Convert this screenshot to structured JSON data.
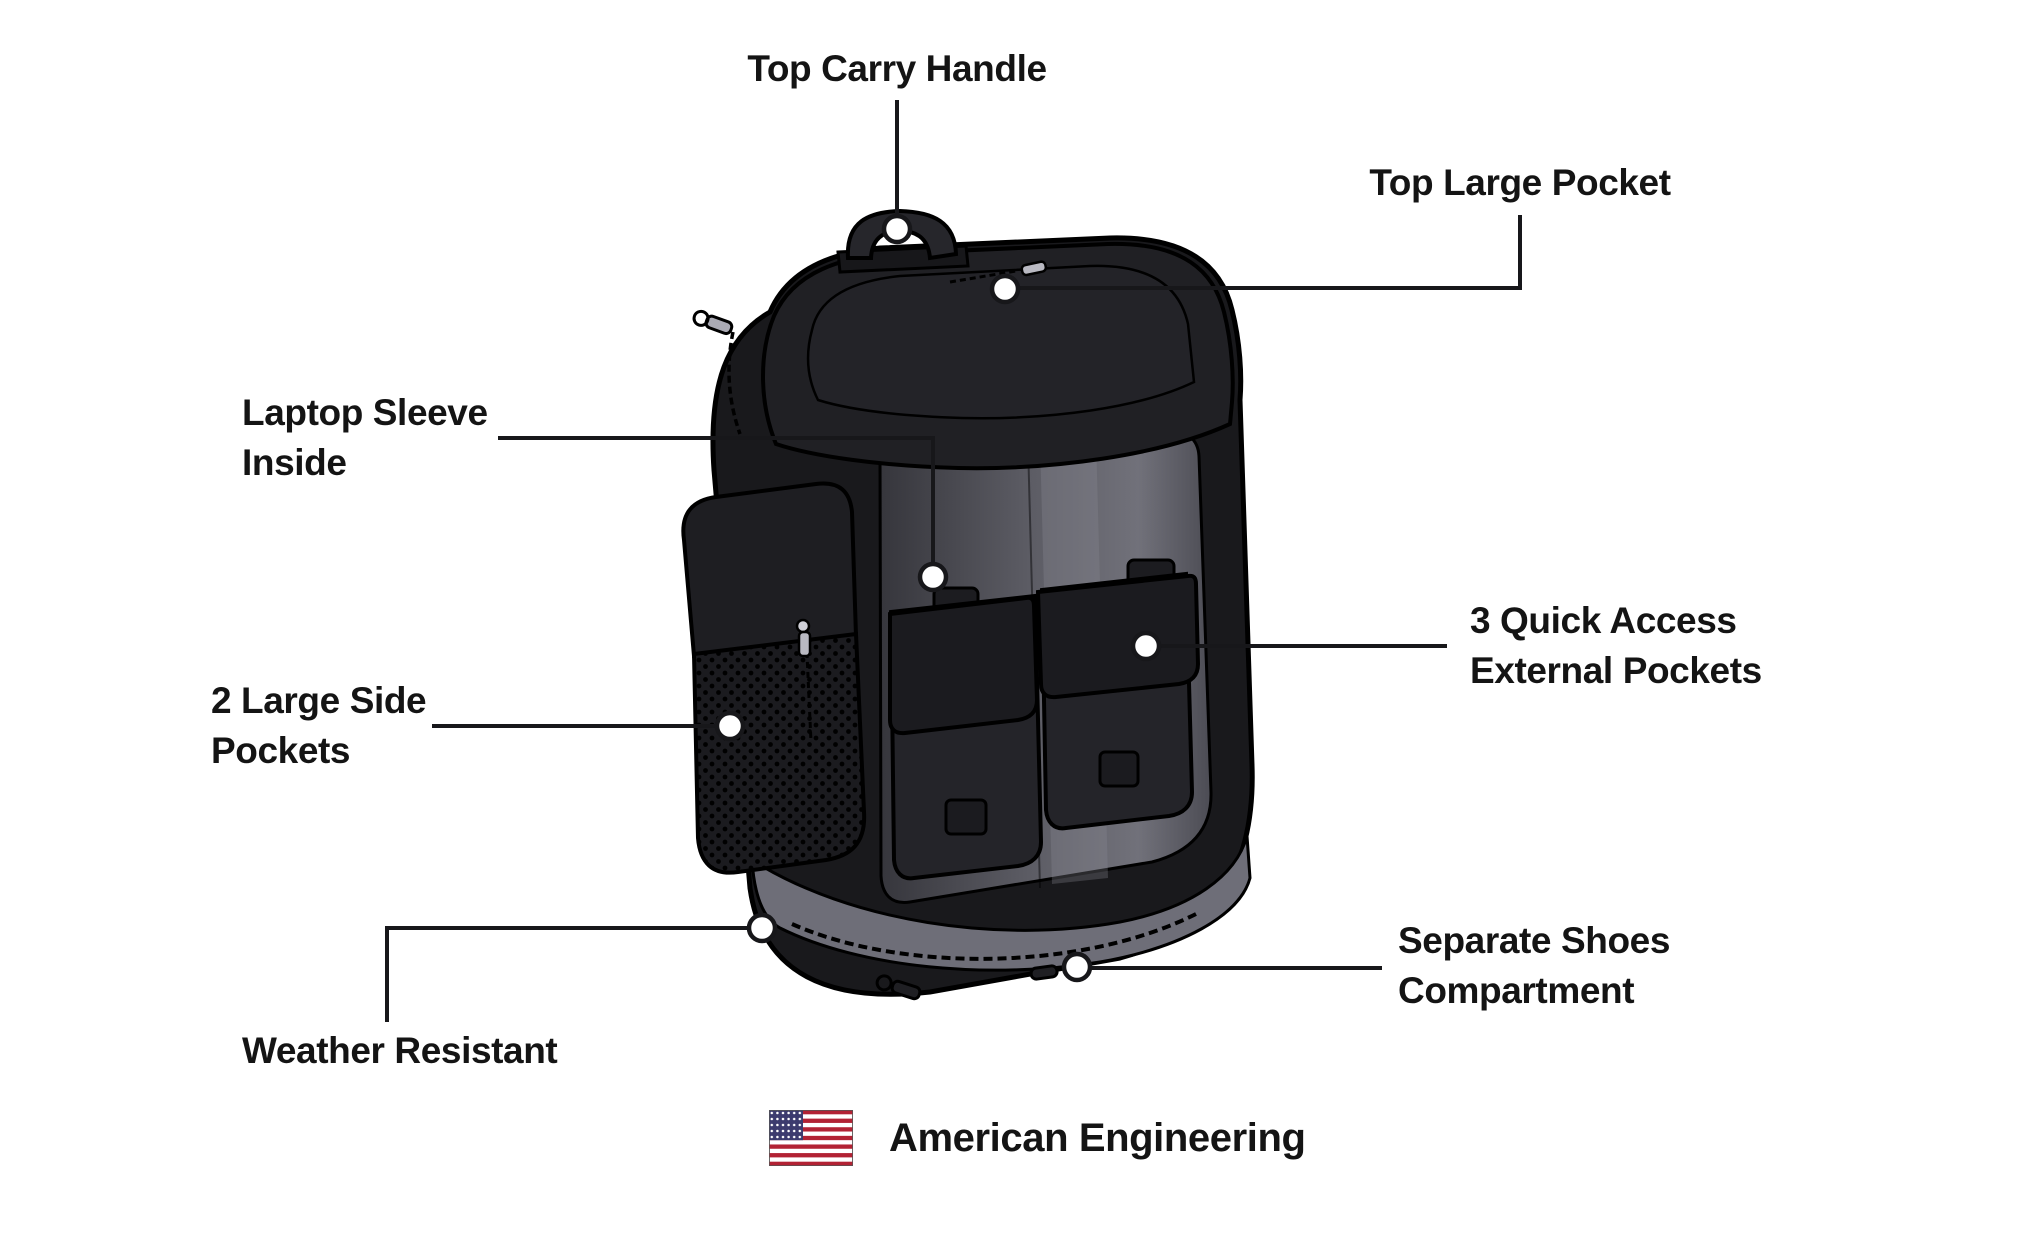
{
  "callouts": {
    "top_carry_handle": {
      "label": "Top Carry Handle"
    },
    "top_large_pocket": {
      "label": "Top Large Pocket"
    },
    "laptop_sleeve_inside": {
      "label": "Laptop Sleeve\nInside"
    },
    "two_large_side_pockets": {
      "label": "2 Large Side\nPockets"
    },
    "three_quick_access_external_pockets": {
      "label": "3 Quick Access\nExternal Pockets"
    },
    "weather_resistant": {
      "label": "Weather Resistant"
    },
    "separate_shoes_compartment": {
      "label": "Separate Shoes\nCompartment"
    }
  },
  "footer": {
    "label": "American Engineering",
    "flag_icon": "us-flag-icon"
  },
  "colors": {
    "text": "#141414",
    "callout_line": "#17171a",
    "backpack_dark": "#19191c",
    "backpack_mid": "#26262b",
    "panel_light": "#6a6a72",
    "bottom_band": "#6e6e78",
    "flag_red": "#B22234",
    "flag_blue": "#3C3B6E"
  }
}
